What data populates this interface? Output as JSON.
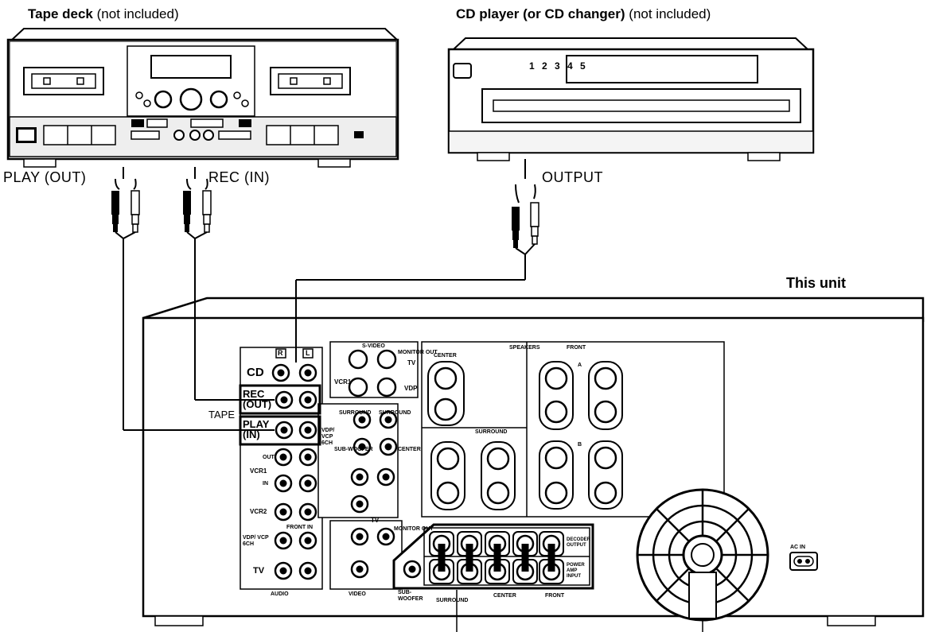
{
  "tape_deck": {
    "name": "Tape deck",
    "note": "(not included)"
  },
  "cd_player": {
    "name": "CD player (or CD changer)",
    "note": "(not included)"
  },
  "this_unit": "This unit",
  "tape_terminals": {
    "play_out": "PLAY (OUT)",
    "rec_in": "REC (IN)"
  },
  "cd_terminal": "OUTPUT",
  "receiver_panel": {
    "channel_r": "R",
    "channel_l": "L",
    "cd": "CD",
    "tape": "TAPE",
    "rec_out": "REC (OUT)",
    "play_in": "PLAY (IN)",
    "vdp_vcp_6ch": "VDP/ VCP 6CH",
    "out": "OUT",
    "in": "IN",
    "vcr1": "VCR1",
    "vcr2": "VCR2",
    "front_in": "FRONT IN",
    "tv": "TV",
    "audio": "AUDIO",
    "video": "VIDEO",
    "s_video": "S-VIDEO",
    "monitor_out": "MONITOR OUT",
    "vdp": "VDP",
    "surround": "SURROUND",
    "sub_woofer": "SUB-WOOFER",
    "center": "CENTER",
    "speakers": "SPEAKERS",
    "front": "FRONT",
    "spk_a": "A",
    "spk_b": "B",
    "decoder_output": "DECODER OUTPUT",
    "power_amp_input": "POWER AMP INPUT",
    "front_label": "FRONT",
    "ac_in": "AC IN"
  },
  "cd_display": "1 2 3 4 5"
}
